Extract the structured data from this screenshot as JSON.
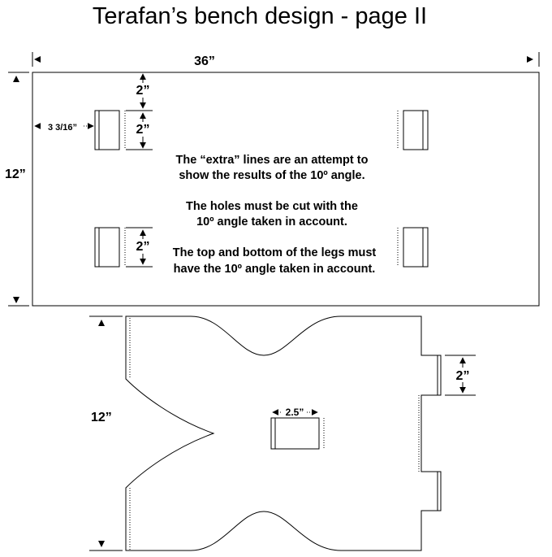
{
  "title": "Terafan’s bench design - page II",
  "top_view": {
    "width_label": "36”",
    "height_label": "12”",
    "top_offset_label": "2”",
    "hole_height_label": "2”",
    "side_offset_label": "3 3/16”",
    "bottom_hole_height_label": "2”",
    "notes": [
      "The “extra” lines are an attempt to",
      "show the results of the 10º angle.",
      "The holes must be cut with the",
      "10º angle taken in account.",
      "The top and bottom of the legs must",
      "have the 10º angle taken in account."
    ]
  },
  "leg_view": {
    "height_label": "12”",
    "tab_label": "2”",
    "hole_width_label": "2.5”"
  }
}
